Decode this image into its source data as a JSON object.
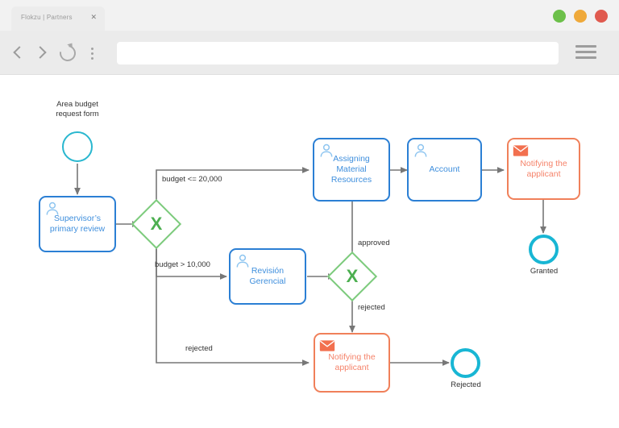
{
  "browser": {
    "tab": {
      "title": "Flokzu | Partners",
      "close_label": "✕"
    },
    "nav": {
      "back_icon": "chevron-left-icon",
      "forward_icon": "chevron-right-icon",
      "reload_icon": "reload-icon",
      "menu_icon": "vertical-dots-icon",
      "hamburger_icon": "hamburger-menu-icon"
    },
    "address": {
      "value": "",
      "placeholder": ""
    },
    "window_controls": [
      {
        "name": "minimize",
        "color": "#6cc04a"
      },
      {
        "name": "maximize",
        "color": "#efa93a"
      },
      {
        "name": "close",
        "color": "#e05a4f"
      }
    ]
  },
  "diagram": {
    "start_event": {
      "caption_line1": "Area budget",
      "caption_line2": "request form"
    },
    "tasks": {
      "supervisor": {
        "line1": "Supervisor’s",
        "line2": "primary review",
        "icon": "user-task-icon"
      },
      "revision": {
        "line1": "Revisión",
        "line2": "Gerencial",
        "icon": "user-task-icon"
      },
      "assigning": {
        "line1": "Assigning",
        "line2": "Material",
        "line3": "Resources",
        "icon": "user-task-icon"
      },
      "account": {
        "line1": "Account",
        "icon": "user-task-icon"
      },
      "notify_top": {
        "line1": "Notifying the",
        "line2": "applicant",
        "icon": "envelope-icon"
      },
      "notify_bottom": {
        "line1": "Notifying the",
        "line2": "applicant",
        "icon": "envelope-icon"
      }
    },
    "gateways": {
      "gw1": "X",
      "gw2": "X"
    },
    "flow_labels": {
      "budget_lte": "budget <= 20,000",
      "budget_gt": "budget > 10,000",
      "approved": "approved",
      "rejected_gw2": "rejected",
      "rejected_gw1": "rejected"
    },
    "end_events": {
      "granted": "Granted",
      "rejected": "Rejected"
    },
    "colors": {
      "task_blue": "#2b7fd4",
      "task_text_blue": "#3f8fdd",
      "message_orange": "#f0805a",
      "gateway_green": "#7ccb7c",
      "event_teal": "#18b6d4",
      "connector_gray": "#777777"
    }
  }
}
